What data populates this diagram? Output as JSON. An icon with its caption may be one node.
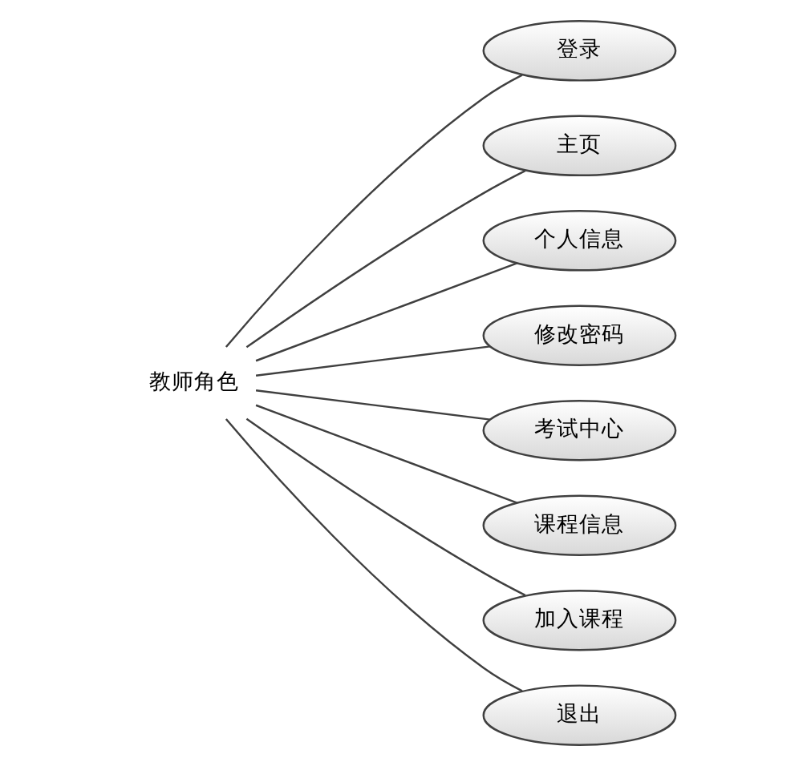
{
  "diagram": {
    "nodes": [
      {
        "text": [
          "教师角色"
        ]
      },
      {
        "text": [
          "登录"
        ]
      },
      {
        "text": [
          "主页"
        ]
      },
      {
        "text": [
          "个人信息"
        ]
      },
      {
        "text": [
          "修改密码"
        ]
      },
      {
        "text": [
          "考试中心"
        ]
      },
      {
        "text": [
          "课程信息"
        ]
      },
      {
        "text": [
          "加入课程"
        ]
      },
      {
        "text": [
          "退出"
        ]
      }
    ],
    "edges": [
      {
        "from": 0,
        "to": 1,
        "arrow": "none"
      },
      {
        "from": 0,
        "to": 2,
        "arrow": "none"
      },
      {
        "from": 0,
        "to": 3,
        "arrow": "none"
      },
      {
        "from": 0,
        "to": 4,
        "arrow": "none"
      },
      {
        "from": 0,
        "to": 5,
        "arrow": "none"
      },
      {
        "from": 0,
        "to": 6,
        "arrow": "none"
      },
      {
        "from": 0,
        "to": 7,
        "arrow": "none"
      },
      {
        "from": 0,
        "to": 8,
        "arrow": "none"
      }
    ]
  }
}
